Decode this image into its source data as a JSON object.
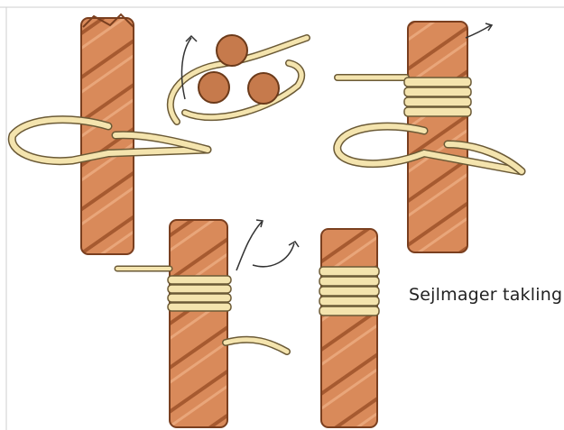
{
  "caption": "Sejlmager takling",
  "colors": {
    "rope": "#d98a5a",
    "rope_dark": "#a65a30",
    "twine": "#f4e4ae",
    "twine_edge": "#6b5a36",
    "ink": "#333333"
  },
  "steps": [
    {
      "name": "step-1-bight-through-strands"
    },
    {
      "name": "step-2-strand-cross-section"
    },
    {
      "name": "step-3-wrapping-turns"
    },
    {
      "name": "step-4-tucking-ends"
    },
    {
      "name": "step-5-finished-whipping"
    }
  ]
}
